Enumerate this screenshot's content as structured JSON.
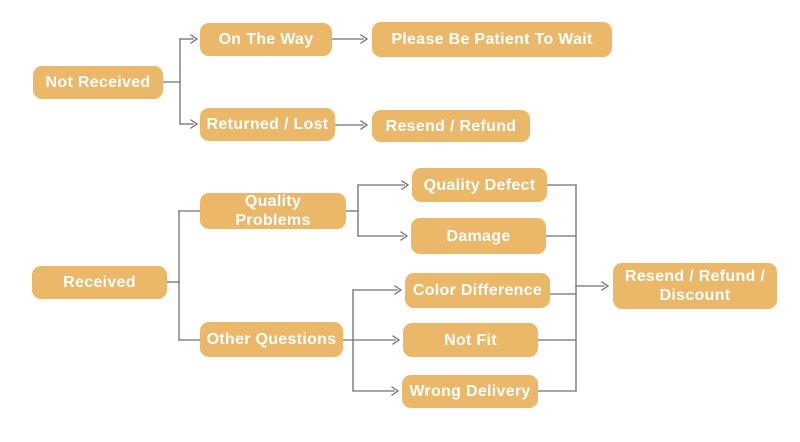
{
  "diagram": {
    "type": "flowchart",
    "colors": {
      "background": "#ffffff",
      "node_fill": "#EBB768",
      "node_text": "#ffffff",
      "connector": "#707070"
    },
    "nodes": [
      {
        "id": "not-received",
        "label": "Not Received"
      },
      {
        "id": "on-the-way",
        "label": "On The Way"
      },
      {
        "id": "please-be-patient",
        "label": "Please Be Patient To Wait"
      },
      {
        "id": "returned-lost",
        "label": "Returned / Lost"
      },
      {
        "id": "resend-refund",
        "label": "Resend / Refund"
      },
      {
        "id": "received",
        "label": "Received"
      },
      {
        "id": "quality-problems",
        "label": "Quality Problems"
      },
      {
        "id": "other-questions",
        "label": "Other Questions"
      },
      {
        "id": "quality-defect",
        "label": "Quality Defect"
      },
      {
        "id": "damage",
        "label": "Damage"
      },
      {
        "id": "color-difference",
        "label": "Color Difference"
      },
      {
        "id": "not-fit",
        "label": "Not Fit"
      },
      {
        "id": "wrong-delivery",
        "label": "Wrong Delivery"
      },
      {
        "id": "resend-refund-discount",
        "label": "Resend / Refund / Discount"
      }
    ],
    "edges": [
      {
        "from": "not-received",
        "to": "on-the-way",
        "arrow": true
      },
      {
        "from": "not-received",
        "to": "returned-lost",
        "arrow": true
      },
      {
        "from": "on-the-way",
        "to": "please-be-patient",
        "arrow": true
      },
      {
        "from": "returned-lost",
        "to": "resend-refund",
        "arrow": true
      },
      {
        "from": "received",
        "to": "quality-problems",
        "arrow": false
      },
      {
        "from": "received",
        "to": "other-questions",
        "arrow": false
      },
      {
        "from": "quality-problems",
        "to": "quality-defect",
        "arrow": true
      },
      {
        "from": "quality-problems",
        "to": "damage",
        "arrow": true
      },
      {
        "from": "other-questions",
        "to": "color-difference",
        "arrow": true
      },
      {
        "from": "other-questions",
        "to": "not-fit",
        "arrow": true
      },
      {
        "from": "other-questions",
        "to": "wrong-delivery",
        "arrow": true
      },
      {
        "from": "quality-defect",
        "to": "resend-refund-discount",
        "arrow": true
      },
      {
        "from": "damage",
        "to": "resend-refund-discount",
        "arrow": true
      },
      {
        "from": "color-difference",
        "to": "resend-refund-discount",
        "arrow": true
      },
      {
        "from": "not-fit",
        "to": "resend-refund-discount",
        "arrow": true
      },
      {
        "from": "wrong-delivery",
        "to": "resend-refund-discount",
        "arrow": true
      }
    ]
  }
}
